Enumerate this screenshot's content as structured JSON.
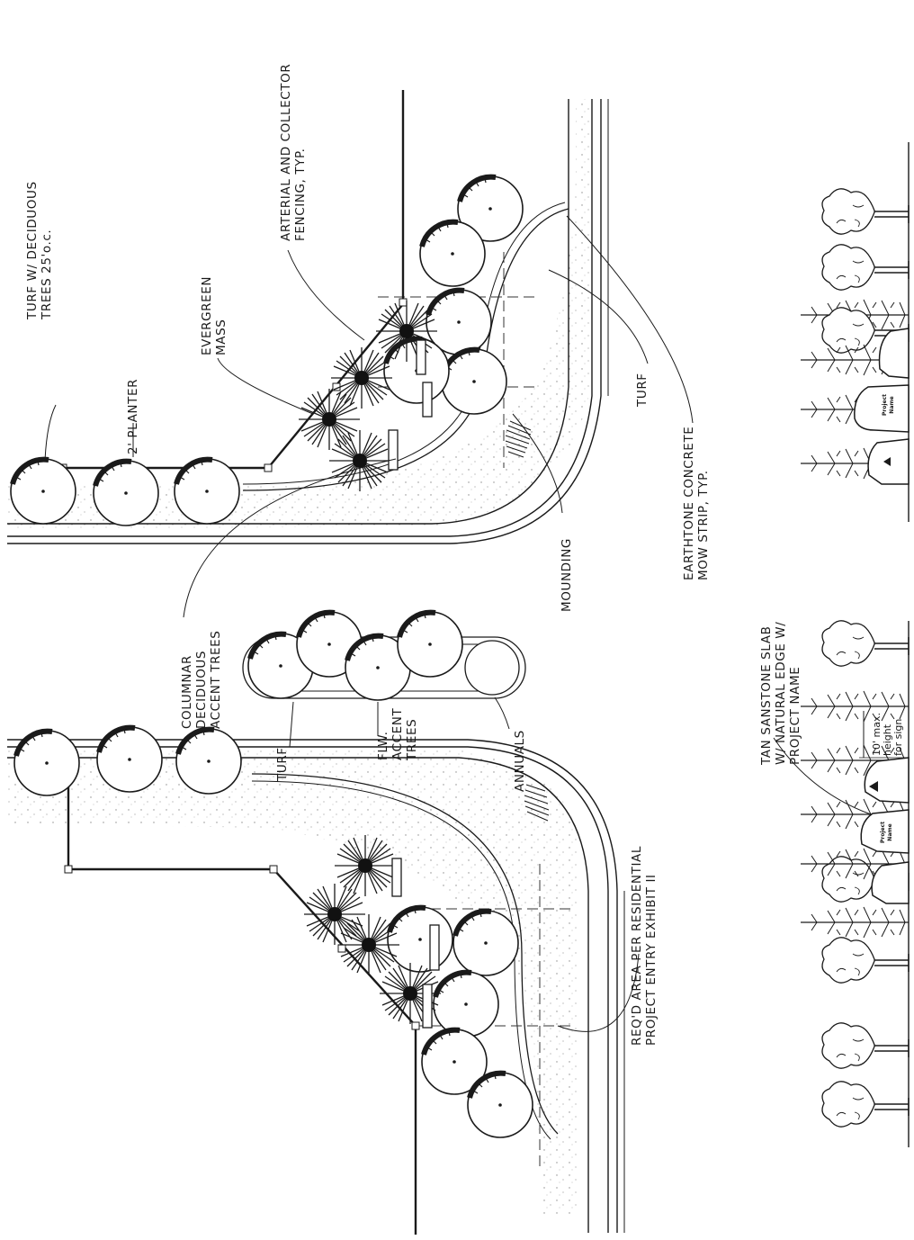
{
  "labels": {
    "turf_deciduous": [
      "TURF W/ DECIDUOUS",
      "TREES 25'o.c."
    ],
    "planter": "2' PLANTER",
    "evergreen": [
      "EVERGREEN",
      "MASS"
    ],
    "fencing": [
      "ARTERIAL AND COLLECTOR",
      "FENCING, TYP."
    ],
    "turf_right": "TURF",
    "mow_strip": [
      "EARTHTONE CONCRETE",
      "MOW STRIP, TYP."
    ],
    "mounding": "MOUNDING",
    "columnar": [
      "COLUMNAR",
      "DECIDUOUS",
      "ACCENT TREES"
    ],
    "turf_detail": "TURF",
    "flw_accent": [
      "FLW.",
      "ACCENT",
      "TREES"
    ],
    "annuals": "ANNUALS",
    "reqd_area": [
      "REQ'D AREA PER RESIDENTIAL",
      "PROJECT ENTRY EXHIBIT II"
    ],
    "sign_slab": [
      "TAN SANSTONE SLAB",
      "W/ NATURAL EDGE W/",
      "PROJECT NAME"
    ],
    "sign_height": [
      "10' max.",
      "height",
      "for sign"
    ],
    "sign_text": [
      "Project",
      "Name"
    ]
  }
}
